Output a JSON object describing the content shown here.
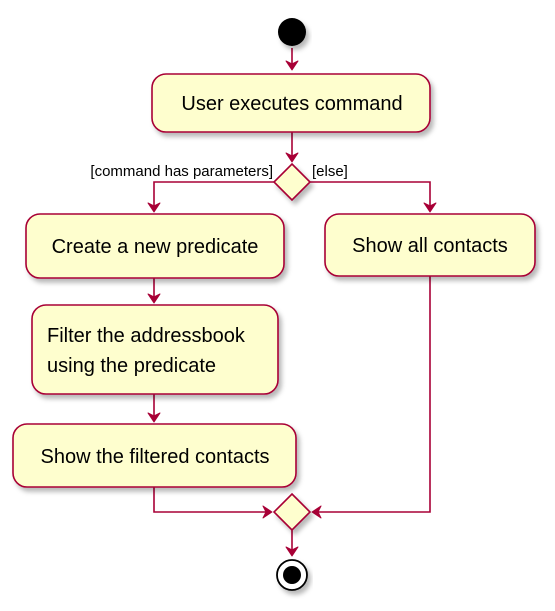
{
  "diagram": {
    "type": "uml-activity",
    "colors": {
      "activity_fill": "#FEFECE",
      "stroke": "#A80036",
      "node_fill": "#000000",
      "shadow": "#C8C8C8"
    },
    "nodes": {
      "user_executes": "User executes command",
      "create_predicate": "Create a new predicate",
      "filter_line1": "Filter the addressbook",
      "filter_line2": "using the predicate",
      "show_filtered": "Show the filtered contacts",
      "show_all": "Show all contacts"
    },
    "guards": {
      "has_params": "[command has parameters]",
      "else": "[else]"
    }
  }
}
